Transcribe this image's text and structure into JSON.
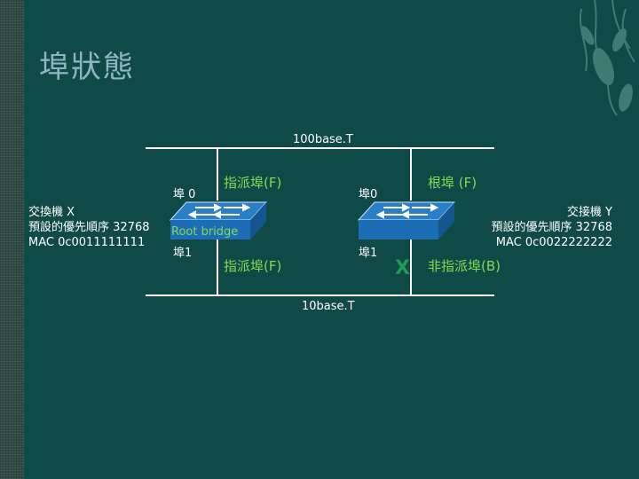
{
  "title": "埠狀態",
  "network": {
    "top_segment": "100base.T",
    "bottom_segment": "10base.T"
  },
  "switch_x": {
    "port0": "埠 0",
    "port1": "埠1",
    "role_label": "Root bridge",
    "info_lines": [
      "交換機 X",
      "預設的優先順序 32768",
      "MAC 0c0011111111"
    ],
    "port0_state": "指派埠(F)",
    "port1_state": "指派埠(F)"
  },
  "switch_y": {
    "port0": "埠0",
    "port1": "埠1",
    "info_lines": [
      "交接機 Y",
      "預設的優先順序 32768",
      "MAC 0c0022222222"
    ],
    "port0_state": "根埠 (F)",
    "port1_state": "非指派埠(B)",
    "blocked_mark": "X"
  },
  "colors": {
    "background": "#0f4a47",
    "title": "#8fb4c4",
    "designated_port": "#7fdc52",
    "blocked_mark": "#1e9a5b",
    "switch_top": "#2a7fc6"
  }
}
